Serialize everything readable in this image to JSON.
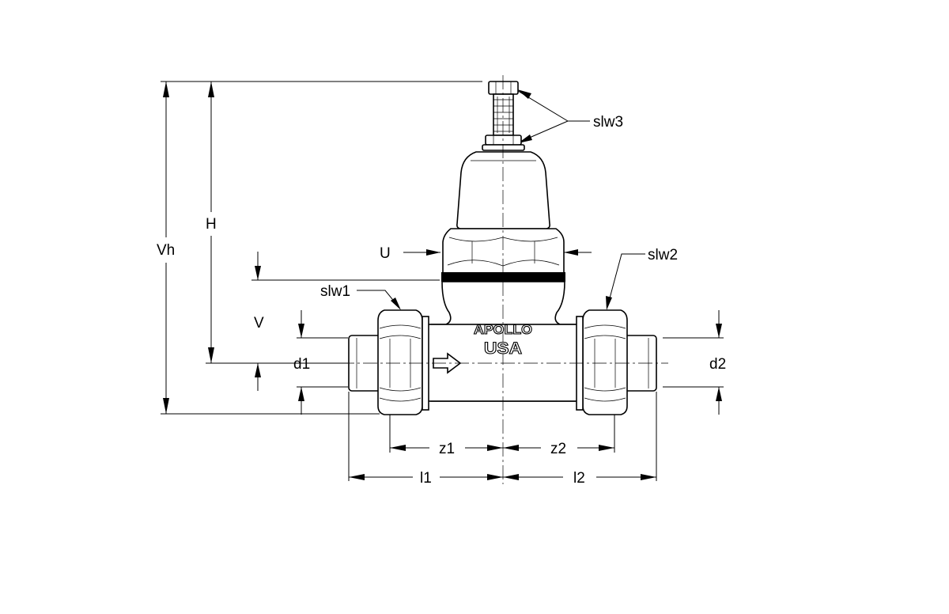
{
  "labels": {
    "Vh": "Vh",
    "H": "H",
    "U": "U",
    "V": "V",
    "d1": "d1",
    "d2": "d2",
    "slw1": "slw1",
    "slw2": "slw2",
    "slw3": "slw3",
    "z1": "z1",
    "z2": "z2",
    "l1": "l1",
    "l2": "l2"
  },
  "branding": {
    "line1": "APOLLO",
    "line2": "USA"
  }
}
